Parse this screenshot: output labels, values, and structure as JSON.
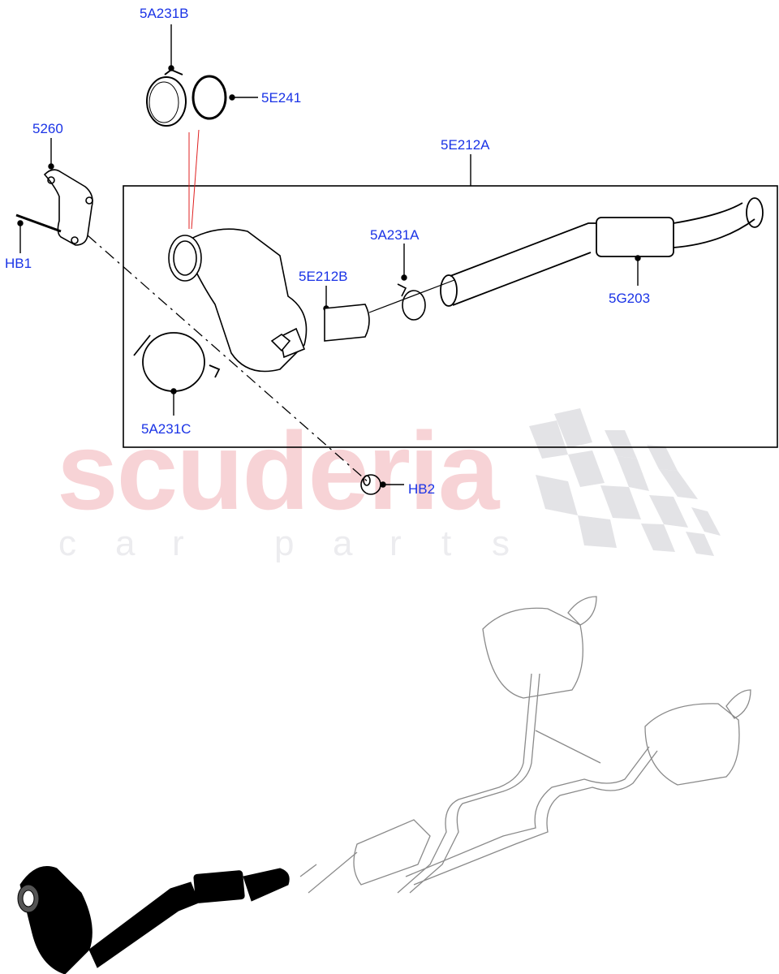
{
  "diagram": {
    "type": "exploded-parts-diagram",
    "subject": "Exhaust front pipe / catalytic converter assembly",
    "callout_color": "#1a33e6",
    "callouts": [
      {
        "id": "5A231B",
        "label": "5A231B",
        "part": "clamp"
      },
      {
        "id": "5E241",
        "label": "5E241",
        "part": "gasket ring"
      },
      {
        "id": "5260",
        "label": "5260",
        "part": "bracket"
      },
      {
        "id": "HB1",
        "label": "HB1",
        "part": "bolt"
      },
      {
        "id": "5E212A",
        "label": "5E212A",
        "part": "front pipe assembly"
      },
      {
        "id": "5A231A",
        "label": "5A231A",
        "part": "clamp"
      },
      {
        "id": "5E212B",
        "label": "5E212B",
        "part": "catalytic converter"
      },
      {
        "id": "5G203",
        "label": "5G203",
        "part": "flexible section"
      },
      {
        "id": "5A231C",
        "label": "5A231C",
        "part": "clamp"
      },
      {
        "id": "HB2",
        "label": "HB2",
        "part": "nut"
      }
    ],
    "overview": {
      "description": "Full exhaust system overview with highlighted front section",
      "highlight_color": "#000000",
      "outline_color": "#8a8a8a"
    }
  },
  "watermark": {
    "main": "scuderia",
    "sub": [
      "c",
      "a",
      "r",
      "p",
      "a",
      "r",
      "t",
      "s"
    ],
    "main_color": "#f7d3d6",
    "sub_color": "#ececef",
    "flag_color": "#e3e3e6"
  }
}
